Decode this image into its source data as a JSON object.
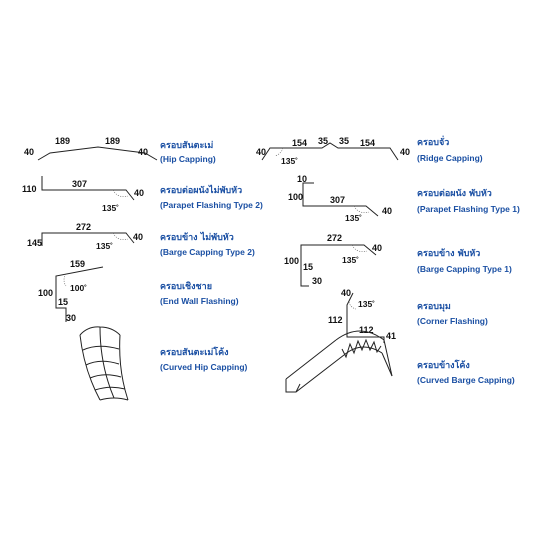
{
  "items": [
    {
      "th": "ครอบสันตะเม่",
      "en": "(Hip Capping)",
      "dims": [
        "40",
        "189",
        "189",
        "40"
      ]
    },
    {
      "th": "ครอบต่อผนังไม่พับหัว",
      "en": "(Parapet Flashing Type 2)",
      "dims": [
        "110",
        "307",
        "40",
        "135˚"
      ]
    },
    {
      "th": "ครอบข้าง ไม่พับหัว",
      "en": "(Barge Capping Type 2)",
      "dims": [
        "145",
        "272",
        "40",
        "135˚"
      ]
    },
    {
      "th": "ครอบเชิงชาย",
      "en": "(End Wall Flashing)",
      "dims": [
        "159",
        "100",
        "100˚",
        "15",
        "30"
      ]
    },
    {
      "th": "ครอบสันตะเม่โค้ง",
      "en": "(Curved Hip Capping)",
      "dims": []
    },
    {
      "th": "ครอบจั่ว",
      "en": "(Ridge Capping)",
      "dims": [
        "40",
        "154",
        "35",
        "35",
        "154",
        "40",
        "135˚"
      ]
    },
    {
      "th": "ครอบต่อผนัง พับหัว",
      "en": "(Parapet Flashing Type 1)",
      "dims": [
        "10",
        "100",
        "307",
        "40",
        "135˚"
      ]
    },
    {
      "th": "ครอบข้าง พับหัว",
      "en": "(Barge Capping Type 1)",
      "dims": [
        "272",
        "40",
        "100",
        "15",
        "30",
        "135˚"
      ]
    },
    {
      "th": "ครอบมุม",
      "en": "(Corner Flashing)",
      "dims": [
        "40",
        "135˚",
        "112",
        "112",
        "41"
      ]
    },
    {
      "th": "ครอบข้างโค้ง",
      "en": "(Curved Barge Capping)",
      "dims": []
    }
  ]
}
